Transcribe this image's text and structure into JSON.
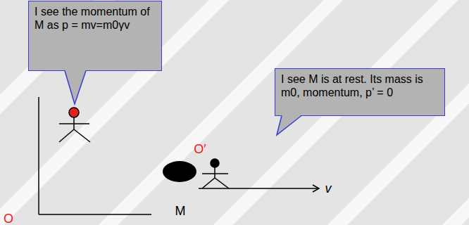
{
  "diagram": {
    "nodes": [
      {
        "text": [
          "I see the momentum of M as p = mv=m0γv"
        ]
      },
      {
        "text": [
          "I see M is at rest. Its mass is m0, momentum, p’ = 0"
        ]
      }
    ],
    "labels": [
      "O′",
      "v",
      "M",
      "O"
    ]
  }
}
